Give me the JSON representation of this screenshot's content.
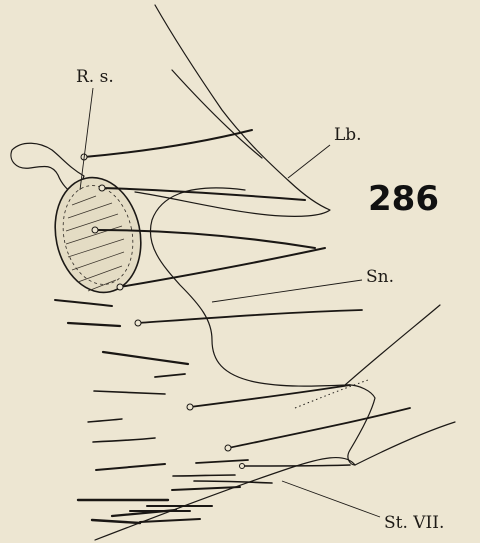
{
  "figure": {
    "number": "286",
    "labels": {
      "receptaculum": "R. s.",
      "lobe": "Lb.",
      "sinus": "Sn.",
      "sternite": "St. VII."
    }
  }
}
